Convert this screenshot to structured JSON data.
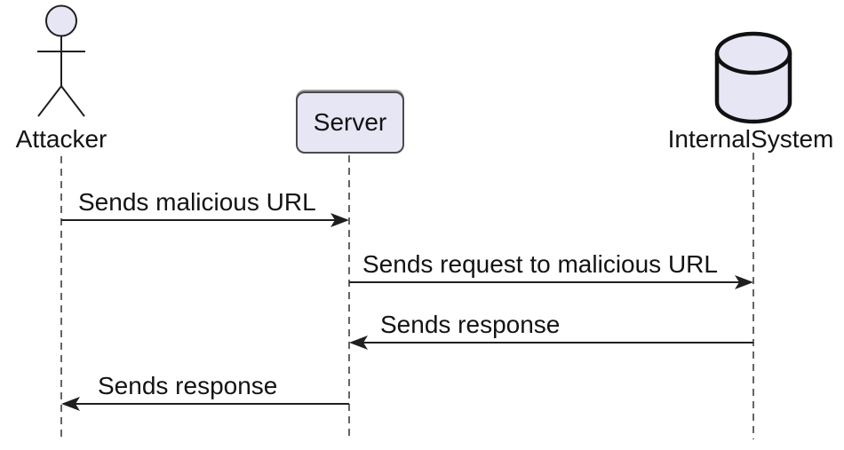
{
  "diagram": {
    "type": "sequence",
    "actors": [
      {
        "id": "attacker",
        "kind": "actor",
        "icon": "stick-figure-icon",
        "label": "Attacker"
      },
      {
        "id": "server",
        "kind": "participant",
        "icon": "rounded-box",
        "label": "Server"
      },
      {
        "id": "internal-system",
        "kind": "database",
        "icon": "database-cylinder-icon",
        "label": "InternalSystem"
      }
    ],
    "messages": [
      {
        "from": "Attacker",
        "to": "Server",
        "direction": "right",
        "label": "Sends malicious URL"
      },
      {
        "from": "Server",
        "to": "InternalSystem",
        "direction": "right",
        "label": "Sends request to malicious URL"
      },
      {
        "from": "InternalSystem",
        "to": "Server",
        "direction": "left",
        "label": "Sends response"
      },
      {
        "from": "Server",
        "to": "Attacker",
        "direction": "left",
        "label": "Sends response"
      }
    ],
    "colors": {
      "background": "#ffffff",
      "shape_fill": "#e6e6f5",
      "stroke": "#1f1f1f",
      "cylinder_stroke": "#111111",
      "lifeline": "#3f3f3f",
      "text": "#131313"
    }
  }
}
